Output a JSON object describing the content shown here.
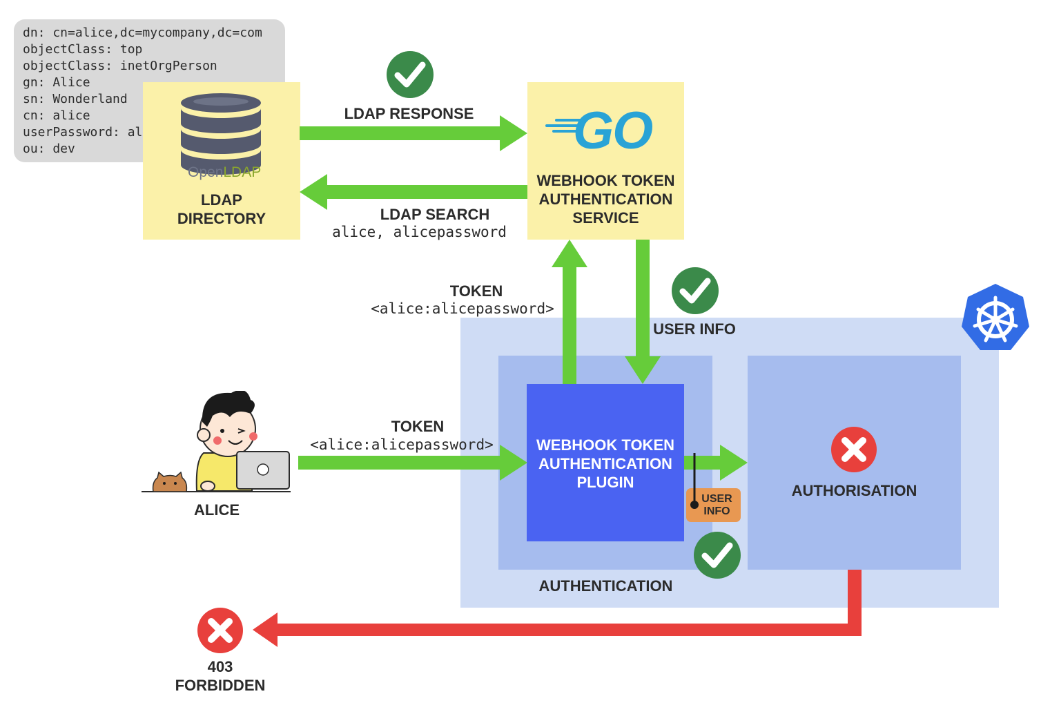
{
  "ldif": {
    "lines": [
      "dn: cn=alice,dc=mycompany,dc=com",
      "objectClass: top",
      "objectClass: inetOrgPerson",
      "gn: Alice",
      "sn: Wonderland",
      "cn: alice",
      "userPassword: al",
      "ou: dev"
    ]
  },
  "ldap_directory": {
    "logo_text_open": "Open",
    "logo_text_ldap": "LDAP",
    "label_line1": "LDAP",
    "label_line2": "DIRECTORY"
  },
  "webhook_service": {
    "logo_text": "GO",
    "label_line1": "WEBHOOK TOKEN",
    "label_line2": "AUTHENTICATION",
    "label_line3": "SERVICE"
  },
  "ldap_response": {
    "label": "LDAP RESPONSE"
  },
  "ldap_search": {
    "label": "LDAP SEARCH",
    "query": "alice, alicepassword"
  },
  "token_up": {
    "label": "TOKEN",
    "value": "<alice:alicepassword>"
  },
  "user_info": {
    "label": "USER INFO"
  },
  "alice": {
    "label": "ALICE"
  },
  "token_in": {
    "label": "TOKEN",
    "value": "<alice:alicepassword>"
  },
  "plugin": {
    "label_line1": "WEBHOOK TOKEN",
    "label_line2": "AUTHENTICATION",
    "label_line3": "PLUGIN"
  },
  "user_info_tag": {
    "line1": "USER",
    "line2": "INFO"
  },
  "authentication": {
    "label": "AUTHENTICATION"
  },
  "authorisation": {
    "label": "AUTHORISATION"
  },
  "forbidden": {
    "line1": "403",
    "line2": "FORBIDDEN"
  },
  "colors": {
    "green_arrow": "#66cc3a",
    "red_arrow": "#e8403c",
    "check_badge": "#3b8a4a",
    "error_badge": "#e8403c",
    "yellow_box": "#fbf1a9",
    "k8s_outer": "#cfdcf5",
    "k8s_inner": "#a6bcee",
    "plugin_box": "#4a63f2",
    "k8s_logo": "#326ce5",
    "go_logo": "#29a3d6",
    "openldap_green": "#8aa62c"
  },
  "icons": [
    "database-icon",
    "go-logo",
    "kubernetes-icon",
    "check-icon",
    "error-icon",
    "person-illustration",
    "cat-illustration",
    "laptop-icon"
  ]
}
